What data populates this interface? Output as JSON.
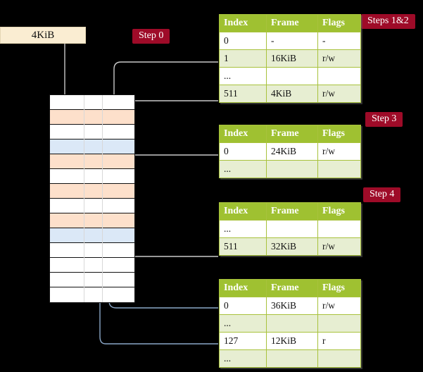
{
  "diagram": {
    "title_hidden": "",
    "source_box": {
      "label": "4KiB"
    },
    "badges": [
      {
        "name": "step-0",
        "label": "Step 0"
      },
      {
        "name": "steps-1-2",
        "label": "Steps 1&2"
      },
      {
        "name": "step-3",
        "label": "Step 3"
      },
      {
        "name": "step-4",
        "label": "Step 4"
      }
    ],
    "columns": [
      "Index",
      "Frame",
      "Flags"
    ],
    "tables": [
      {
        "name": "page-table-level-4",
        "rows": [
          {
            "index": "0",
            "frame": "-",
            "flags": "-",
            "style": "plain",
            "highlight": false
          },
          {
            "index": "1",
            "frame": "16KiB",
            "flags": "r/w",
            "style": "alt",
            "highlight": false
          },
          {
            "index": "...",
            "frame": "",
            "flags": "",
            "style": "plain",
            "highlight": false
          },
          {
            "index": "511",
            "frame": "4KiB",
            "flags": "r/w",
            "style": "alt",
            "highlight": true
          }
        ]
      },
      {
        "name": "page-table-level-3",
        "rows": [
          {
            "index": "0",
            "frame": "24KiB",
            "flags": "r/w",
            "style": "plain",
            "highlight": false
          },
          {
            "index": "...",
            "frame": "",
            "flags": "",
            "style": "alt",
            "highlight": false
          }
        ]
      },
      {
        "name": "page-table-level-2",
        "rows": [
          {
            "index": "...",
            "frame": "",
            "flags": "",
            "style": "plain",
            "highlight": false
          },
          {
            "index": "511",
            "frame": "32KiB",
            "flags": "r/w",
            "style": "alt",
            "highlight": false
          }
        ]
      },
      {
        "name": "page-table-level-1",
        "rows": [
          {
            "index": "0",
            "frame": "36KiB",
            "flags": "r/w",
            "style": "plain",
            "highlight": false
          },
          {
            "index": "...",
            "frame": "",
            "flags": "",
            "style": "alt",
            "highlight": false
          },
          {
            "index": "127",
            "frame": "12KiB",
            "flags": "r",
            "style": "plain",
            "highlight": false
          },
          {
            "index": "...",
            "frame": "",
            "flags": "",
            "style": "alt",
            "highlight": false
          }
        ]
      }
    ],
    "memory_cells": [
      {
        "fill": "white"
      },
      {
        "fill": "orange"
      },
      {
        "fill": "white"
      },
      {
        "fill": "blue"
      },
      {
        "fill": "orange"
      },
      {
        "fill": "white"
      },
      {
        "fill": "orange"
      },
      {
        "fill": "white"
      },
      {
        "fill": "orange"
      },
      {
        "fill": "blue"
      },
      {
        "fill": "white"
      },
      {
        "fill": "white"
      },
      {
        "fill": "white"
      },
      {
        "fill": "white"
      }
    ],
    "colors": {
      "badge": "#9e0b28",
      "header": "#9fc131",
      "row_alt": "#e7eed2",
      "highlight": "#faf2a0",
      "source_box": "#faedd2",
      "memory_orange": "#fde0cb",
      "memory_blue": "#dbe8f7",
      "wire_gray": "#bdbdbd",
      "wire_blue": "#7e9ec4",
      "background": "#000000"
    }
  }
}
